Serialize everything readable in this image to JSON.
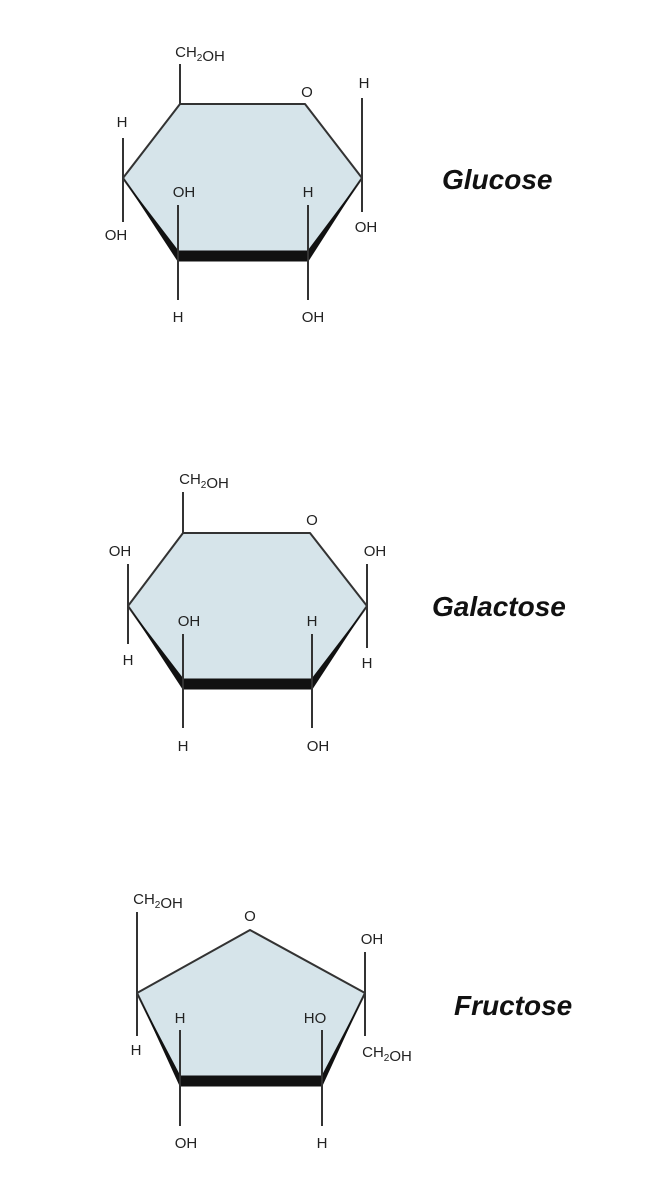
{
  "diagram": {
    "molecules": [
      {
        "name": "Glucose",
        "ring_oxygen": "O",
        "labels": {
          "c6": "CH2OH",
          "c1_top": "H",
          "c1_bottom": "OH",
          "c2_top": "H",
          "c2_bottom": "OH",
          "c3_top": "OH",
          "c3_bottom": "H",
          "c4_top": "H",
          "c4_bottom": "OH"
        }
      },
      {
        "name": "Galactose",
        "ring_oxygen": "O",
        "labels": {
          "c6": "CH2OH",
          "c1_top": "OH",
          "c1_bottom": "H",
          "c2_top": "H",
          "c2_bottom": "OH",
          "c3_top": "OH",
          "c3_bottom": "H",
          "c4_top": "OH",
          "c4_bottom": "H"
        }
      },
      {
        "name": "Fructose",
        "ring_oxygen": "O",
        "labels": {
          "c1": "CH2OH",
          "c2_top": "OH",
          "c2_bottom": "CH2OH",
          "c3_top": "HO",
          "c3_bottom": "H",
          "c4_top": "H",
          "c4_bottom": "OH",
          "c5_bottom": "H"
        }
      }
    ]
  }
}
